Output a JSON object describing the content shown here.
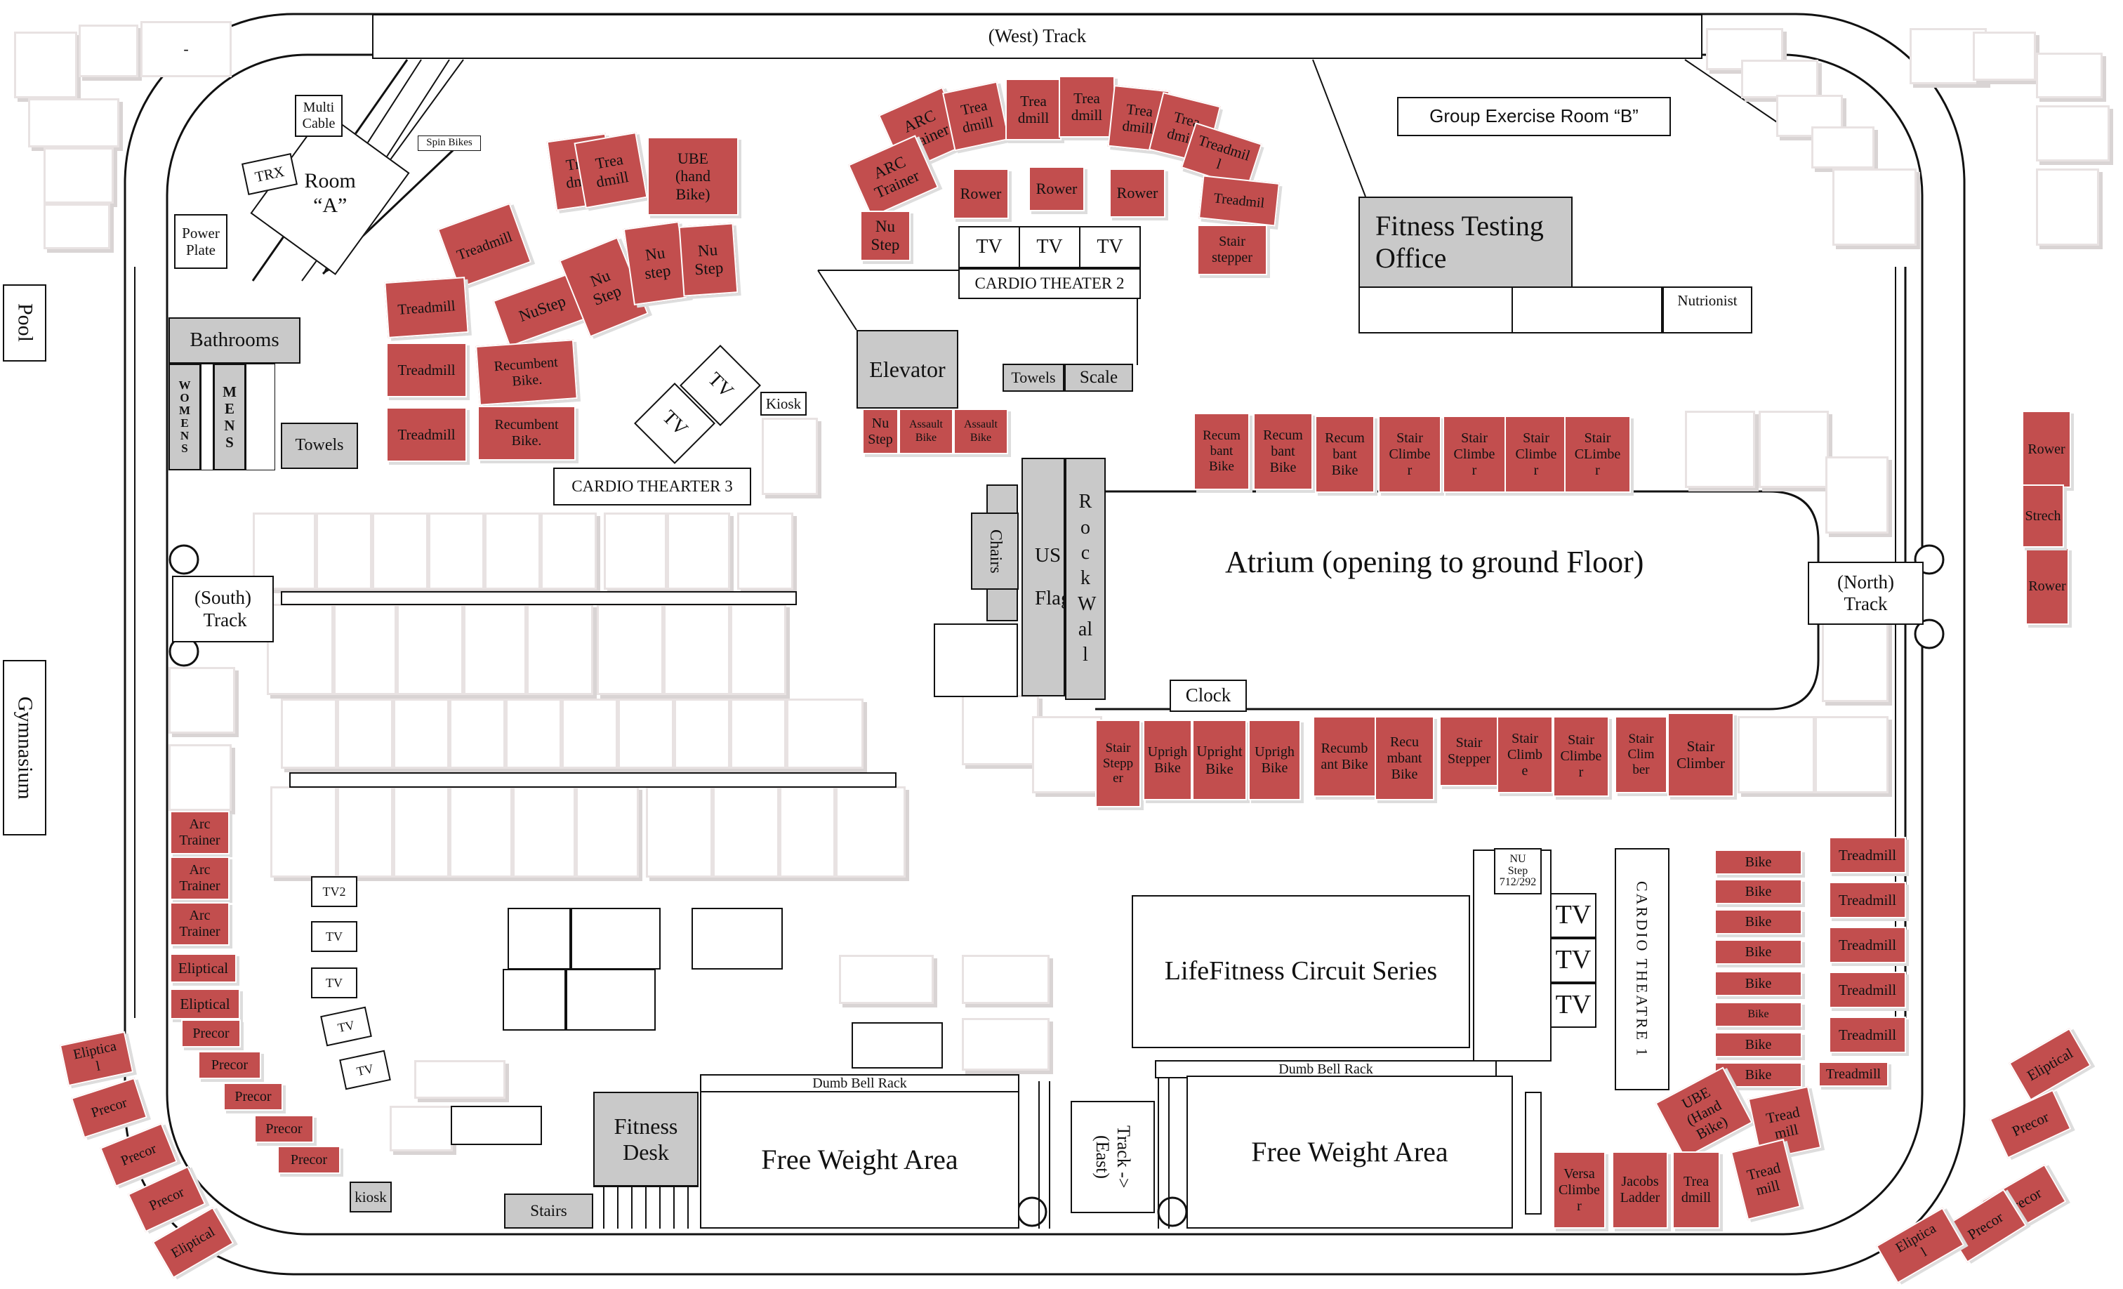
{
  "track": {
    "west": "(West) Track",
    "south": "(South)\n Track",
    "north": "(North)\nTrack",
    "east": "Track ->\n(East)"
  },
  "rooms": {
    "group_b": "Group Exercise Room “B”",
    "fitness_testing": "Fitness Testing\nOffice",
    "nutrionist": "Nutrionist",
    "room_a": "Room\n“A”",
    "multi_cable": "Multi\nCable",
    "trx": "TRX",
    "spin_bikes": "Spin Bikes",
    "power_plate": "Power\nPlate",
    "bathrooms": "Bathrooms",
    "womens": "W\nO\nM\nE\nN\nS",
    "mens": "M\nE\nN\nS",
    "towels_left": "Towels",
    "pool": "Pool",
    "gymnasium": "Gymnasium",
    "elevator": "Elevator",
    "towels_mid": "Towels",
    "scale": "Scale",
    "kiosk_top": "Kiosk",
    "cardio_theater_2": "CARDIO THEATER  2",
    "cardio_theater_3": "CARDIO THEARTER  3",
    "cardio_theatre_1": "CARDIO THEATRE 1",
    "atrium": "Atrium (opening to ground Floor)",
    "clock": "Clock",
    "chairs": "Chairs",
    "us_flag": "US\nFlag",
    "rock_wall": "Rock\nWall",
    "lifefitness": "LifeFitness Circuit Series",
    "nu_step_note": "NU\nStep\n712/292",
    "dumb_bell_rack_1": "Dumb Bell Rack",
    "dumb_bell_rack_2": "Dumb Bell Rack",
    "free_weight_1": "Free Weight Area",
    "free_weight_2": "Free Weight Area",
    "fitness_desk": "Fitness\nDesk",
    "stairs": "Stairs",
    "kiosk_bottom": "kiosk",
    "dash": "-"
  },
  "tvs": {
    "tv_a": "TV",
    "tv_b": "TV",
    "ct2_1": "TV",
    "ct2_2": "TV",
    "ct2_3": "TV",
    "tv2": "TV2",
    "s1": "TV",
    "s2": "TV",
    "s3": "TV",
    "s4": "TV",
    "lf1": "TV",
    "lf2": "TV",
    "lf3": "TV"
  },
  "equipment": [
    {
      "label": "Trea\ndmill"
    },
    {
      "label": "Treadmill"
    },
    {
      "label": "Treadmill"
    },
    {
      "label": "Treadmill"
    },
    {
      "label": "Treadmill"
    },
    {
      "label": "Trea\ndmill"
    },
    {
      "label": "UBE\n(hand\nBike)"
    },
    {
      "label": "NuStep"
    },
    {
      "label": "Nu\nStep"
    },
    {
      "label": "Nu\nstep"
    },
    {
      "label": "Nu\nStep"
    },
    {
      "label": "Recumbent\nBike."
    },
    {
      "label": "Recumbent\nBike."
    },
    {
      "label": "ARC\nTrainer"
    },
    {
      "label": "ARC\nTrainer"
    },
    {
      "label": "Nu\nStep"
    },
    {
      "label": "Trea\ndmill"
    },
    {
      "label": "Trea\ndmill"
    },
    {
      "label": "Trea\ndmill"
    },
    {
      "label": "Trea\ndmill"
    },
    {
      "label": "Trea\ndmill"
    },
    {
      "label": "Treadmil\nl"
    },
    {
      "label": "Treadmil"
    },
    {
      "label": "Stair\nstepper"
    },
    {
      "label": "Rower"
    },
    {
      "label": "Rower"
    },
    {
      "label": "Rower"
    },
    {
      "label": "Nu\nStep"
    },
    {
      "label": "Assault\nBike"
    },
    {
      "label": "Assault\nBike"
    },
    {
      "label": "Recum\nbant\nBike"
    },
    {
      "label": "Recum\nbant\nBike"
    },
    {
      "label": "Recum\nbant\nBike"
    },
    {
      "label": "Stair\nClimbe\nr"
    },
    {
      "label": "Stair\nClimbe\nr"
    },
    {
      "label": "Stair\nClimbe\nr"
    },
    {
      "label": "Stair\nCLimbe\nr"
    },
    {
      "label": "Stair\nStepp\ner"
    },
    {
      "label": "Uprigh\nBike"
    },
    {
      "label": "Upright\nBike"
    },
    {
      "label": "Uprigh\nBike"
    },
    {
      "label": "Recumb\nant Bike"
    },
    {
      "label": "Recu\nmbant\nBike"
    },
    {
      "label": "Stair\nStepper"
    },
    {
      "label": "Stair\nClimb\ne"
    },
    {
      "label": "Stair\nClimbe\nr"
    },
    {
      "label": "Stair\nClim\nber"
    },
    {
      "label": "Stair\nClimber"
    },
    {
      "label": "Rower"
    },
    {
      "label": "Rower"
    },
    {
      "label": "Strech"
    },
    {
      "label": "Arc\nTrainer"
    },
    {
      "label": "Arc\nTrainer"
    },
    {
      "label": "Arc\nTrainer"
    },
    {
      "label": "Eliptical"
    },
    {
      "label": "Eliptical"
    },
    {
      "label": "Precor"
    },
    {
      "label": "Precor"
    },
    {
      "label": "Precor"
    },
    {
      "label": "Precor"
    },
    {
      "label": "Precor"
    },
    {
      "label": "Eliptica\nl"
    },
    {
      "label": "Precor"
    },
    {
      "label": "Precor"
    },
    {
      "label": "Precor"
    },
    {
      "label": "Eliptical"
    },
    {
      "label": "Bike"
    },
    {
      "label": "Bike"
    },
    {
      "label": "Bike"
    },
    {
      "label": "Bike"
    },
    {
      "label": "Bike"
    },
    {
      "label": "Bike"
    },
    {
      "label": "Bike"
    },
    {
      "label": "Bike"
    },
    {
      "label": "Treadmill"
    },
    {
      "label": "Treadmill"
    },
    {
      "label": "Treadmill"
    },
    {
      "label": "Treadmill"
    },
    {
      "label": "Treadmill"
    },
    {
      "label": "Treadmill"
    },
    {
      "label": "UBE\n(Hand\nBike)"
    },
    {
      "label": "Tread\nmill"
    },
    {
      "label": "Tread\nmill"
    },
    {
      "label": "Versa\nClimbe\nr"
    },
    {
      "label": "Jacobs\nLadder"
    },
    {
      "label": "Trea\ndmill"
    },
    {
      "label": "Eliptical"
    },
    {
      "label": "Precor"
    },
    {
      "label": "Precor"
    },
    {
      "label": "Precor"
    },
    {
      "label": "Eliptica\nl"
    }
  ]
}
